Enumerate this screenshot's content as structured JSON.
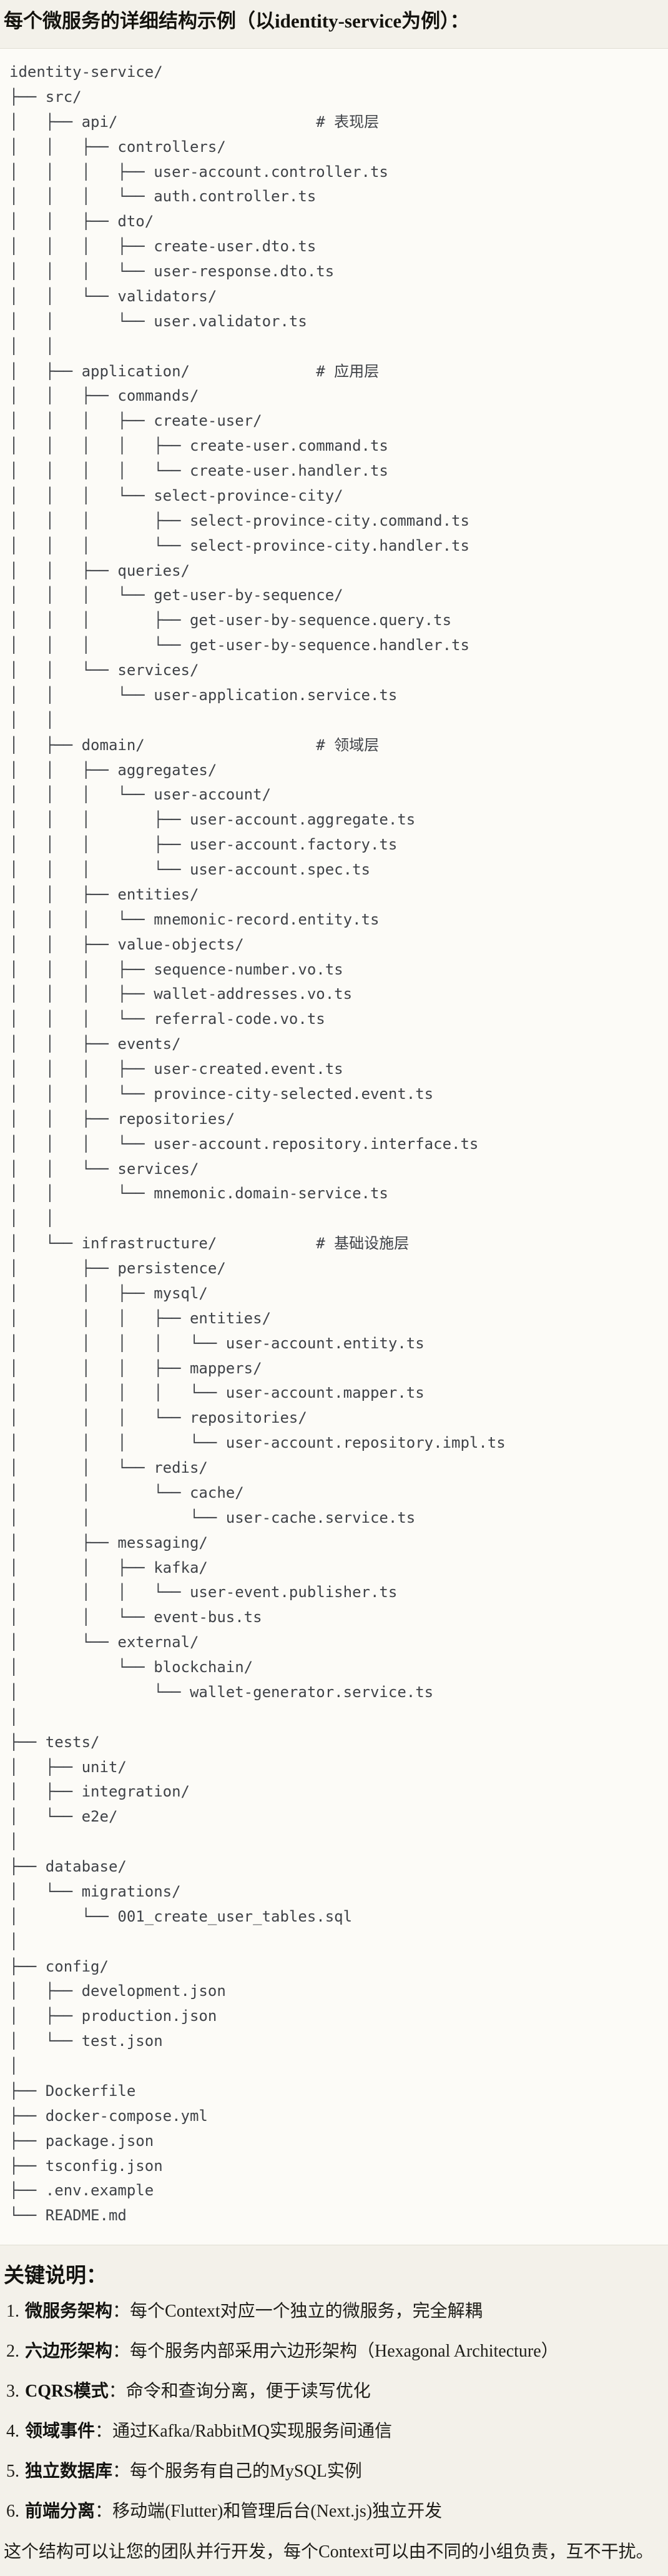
{
  "title": "每个微服务的详细结构示例（以identity-service为例）：",
  "code": {
    "tree": "identity-service/\n├── src/\n│   ├── api/                      # 表现层\n│   │   ├── controllers/\n│   │   │   ├── user-account.controller.ts\n│   │   │   └── auth.controller.ts\n│   │   ├── dto/\n│   │   │   ├── create-user.dto.ts\n│   │   │   └── user-response.dto.ts\n│   │   └── validators/\n│   │       └── user.validator.ts\n│   │\n│   ├── application/              # 应用层\n│   │   ├── commands/\n│   │   │   ├── create-user/\n│   │   │   │   ├── create-user.command.ts\n│   │   │   │   └── create-user.handler.ts\n│   │   │   └── select-province-city/\n│   │   │       ├── select-province-city.command.ts\n│   │   │       └── select-province-city.handler.ts\n│   │   ├── queries/\n│   │   │   └── get-user-by-sequence/\n│   │   │       ├── get-user-by-sequence.query.ts\n│   │   │       └── get-user-by-sequence.handler.ts\n│   │   └── services/\n│   │       └── user-application.service.ts\n│   │\n│   ├── domain/                   # 领域层\n│   │   ├── aggregates/\n│   │   │   └── user-account/\n│   │   │       ├── user-account.aggregate.ts\n│   │   │       ├── user-account.factory.ts\n│   │   │       └── user-account.spec.ts\n│   │   ├── entities/\n│   │   │   └── mnemonic-record.entity.ts\n│   │   ├── value-objects/\n│   │   │   ├── sequence-number.vo.ts\n│   │   │   ├── wallet-addresses.vo.ts\n│   │   │   └── referral-code.vo.ts\n│   │   ├── events/\n│   │   │   ├── user-created.event.ts\n│   │   │   └── province-city-selected.event.ts\n│   │   ├── repositories/\n│   │   │   └── user-account.repository.interface.ts\n│   │   └── services/\n│   │       └── mnemonic.domain-service.ts\n│   │\n│   └── infrastructure/           # 基础设施层\n│       ├── persistence/\n│       │   ├── mysql/\n│       │   │   ├── entities/\n│       │   │   │   └── user-account.entity.ts\n│       │   │   ├── mappers/\n│       │   │   │   └── user-account.mapper.ts\n│       │   │   └── repositories/\n│       │   │       └── user-account.repository.impl.ts\n│       │   └── redis/\n│       │       └── cache/\n│       │           └── user-cache.service.ts\n│       ├── messaging/\n│       │   ├── kafka/\n│       │   │   └── user-event.publisher.ts\n│       │   └── event-bus.ts\n│       └── external/\n│           └── blockchain/\n│               └── wallet-generator.service.ts\n│\n├── tests/\n│   ├── unit/\n│   ├── integration/\n│   └── e2e/\n│\n├── database/\n│   └── migrations/\n│       └── 001_create_user_tables.sql\n│\n├── config/\n│   ├── development.json\n│   ├── production.json\n│   └── test.json\n│\n├── Dockerfile\n├── docker-compose.yml\n├── package.json\n├── tsconfig.json\n├── .env.example\n└── README.md"
  },
  "notes": {
    "heading": "关键说明：",
    "items": [
      {
        "num": "1.",
        "label": "微服务架构",
        "text": "：每个Context对应一个独立的微服务，完全解耦"
      },
      {
        "num": "2.",
        "label": "六边形架构",
        "text": "：每个服务内部采用六边形架构（Hexagonal Architecture）"
      },
      {
        "num": "3.",
        "label": "CQRS模式",
        "text": "：命令和查询分离，便于读写优化"
      },
      {
        "num": "4.",
        "label": "领域事件",
        "text": "：通过Kafka/RabbitMQ实现服务间通信"
      },
      {
        "num": "5.",
        "label": "独立数据库",
        "text": "：每个服务有自己的MySQL实例"
      },
      {
        "num": "6.",
        "label": "前端分离",
        "text": "：移动端(Flutter)和管理后台(Next.js)独立开发"
      }
    ],
    "footer": "这个结构可以让您的团队并行开发，每个Context可以由不同的小组负责，互不干扰。"
  },
  "layer_comments": [
    "# 表现层",
    "# 应用层",
    "# 领域层",
    "# 基础设施层"
  ],
  "colors": {
    "page_bg": "#f3f1ea",
    "code_bg": "#fcfbf7",
    "border": "#e1ded4",
    "code_text": "#3f4247",
    "body_text": "#1f1e19"
  }
}
